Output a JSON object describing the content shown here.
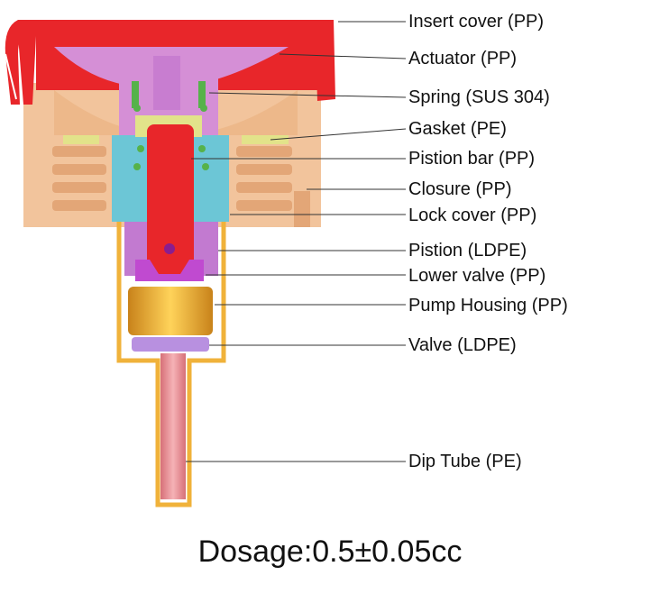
{
  "labels": [
    "Insert cover (PP)",
    "Actuator (PP)",
    "Spring (SUS 304)",
    "Gasket (PE)",
    "Pistion bar (PP)",
    "Closure (PP)",
    "Lock cover (PP)",
    "Pistion (LDPE)",
    "Lower valve (PP)",
    "Pump Housing (PP)",
    "Valve (LDPE)",
    "Dip Tube (PE)"
  ],
  "footer": "Dosage:0.5±0.05cc",
  "colors": {
    "insert_cover": "#e8262a",
    "actuator": "#d58fd6",
    "spring": "#56b24a",
    "gasket": "#e2e38a",
    "piston_bar": "#e8262a",
    "closure": "#f2c49c",
    "lock_cover": "#6cc6d6",
    "piston": "#c27ad0",
    "lower_valve": "#c04ad0",
    "pump_housing": "#e8ac2a",
    "valve": "#b890e0",
    "dip_tube": "#e88f96",
    "outline": "#f0b23a"
  }
}
